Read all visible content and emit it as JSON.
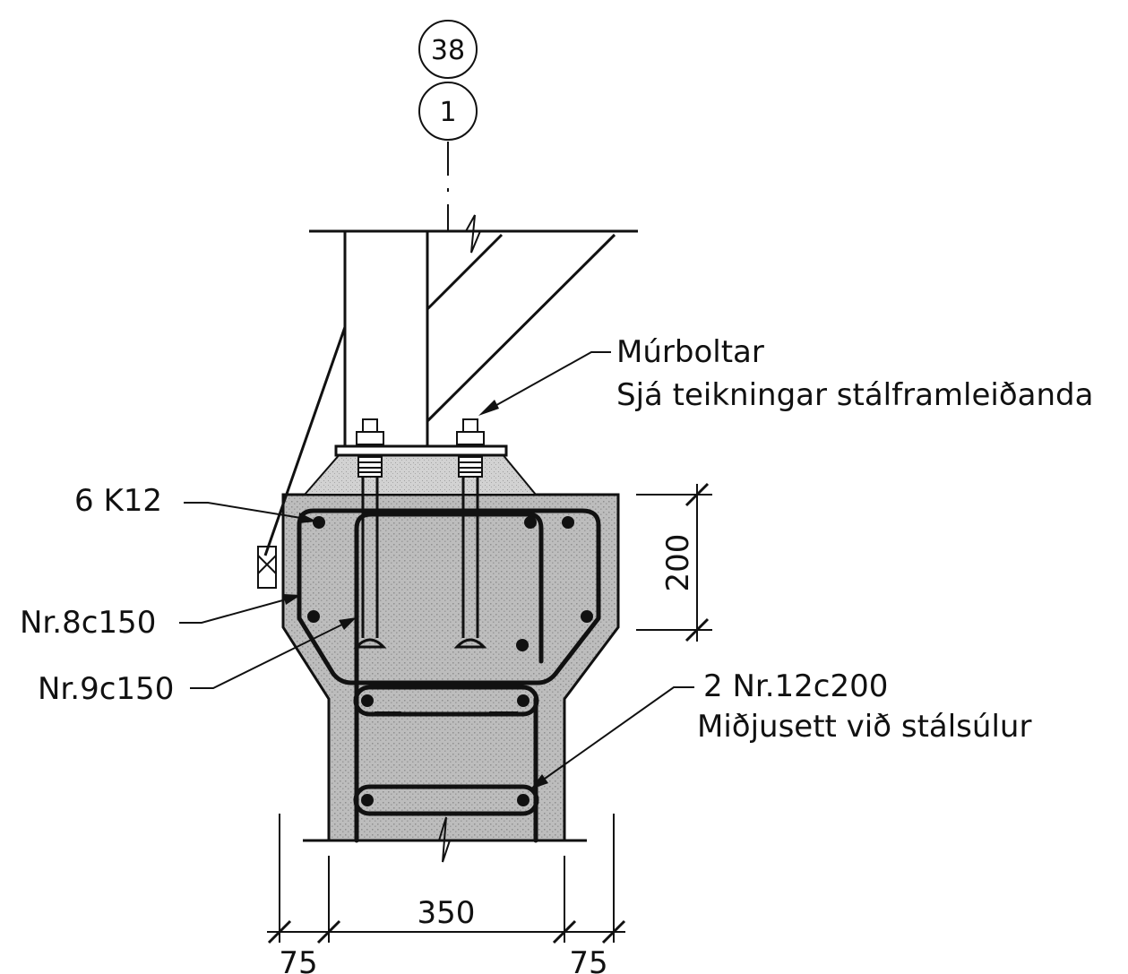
{
  "grid": {
    "top_label": "38",
    "bottom_label": "1"
  },
  "labels": {
    "anchor_bolts_title": "Múrboltar",
    "anchor_bolts_note": "Sjá teikningar stálframleiðanda",
    "main_bars": "6 K12",
    "stirrup_a": "Nr.8c150",
    "stirrup_b": "Nr.9c150",
    "links_title": "2 Nr.12c200",
    "links_note": "Miðjusett við stálsúlur"
  },
  "dimensions": {
    "head_height": "200",
    "wall_width": "350",
    "left_offset": "75",
    "right_offset": "75"
  },
  "colors": {
    "line": "#111111",
    "concrete": "#bdbdbd",
    "grout": "#cfcfcf",
    "background": "#ffffff"
  }
}
